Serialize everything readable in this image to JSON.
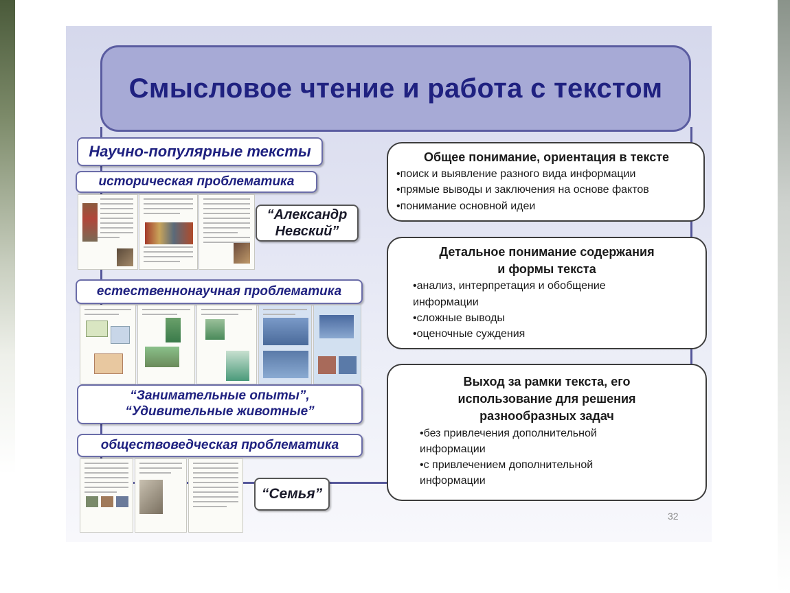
{
  "title": "Смысловое чтение и работа с текстом",
  "categories": {
    "main": "Научно-популярные тексты",
    "historical": "историческая проблематика",
    "natural_science": "естественнонаучная проблематика",
    "social": "обществоведческая проблематика"
  },
  "examples": {
    "historical_line1": "“Александр",
    "historical_line2": "Невский”",
    "natural_line1": "“Занимательные опыты”,",
    "natural_line2": "“Удивительные животные”",
    "social": "“Семья”"
  },
  "cards": [
    {
      "heading": "Общее понимание, ориентация в тексте",
      "items": [
        "•поиск и выявление разного вида информации",
        "•прямые выводы и заключения на основе фактов",
        "•понимание основной идеи"
      ]
    },
    {
      "heading_line1": "Детальное понимание содержания",
      "heading_line2": "и формы текста",
      "items": [
        "•анализ, интерпретация и обобщение",
        "информации",
        "•сложные выводы",
        "•оценочные суждения"
      ]
    },
    {
      "heading_line1": "Выход за рамки текста, его",
      "heading_line2": "использование для решения",
      "heading_line3": "разнообразных задач",
      "items": [
        "•без привлечения дополнительной",
        "информации",
        "•с привлечением дополнительной",
        "информации"
      ]
    }
  ],
  "page_number": "32",
  "colors": {
    "title_fill": "#a7aad6",
    "title_text": "#1f2180",
    "connector": "#55579a"
  }
}
